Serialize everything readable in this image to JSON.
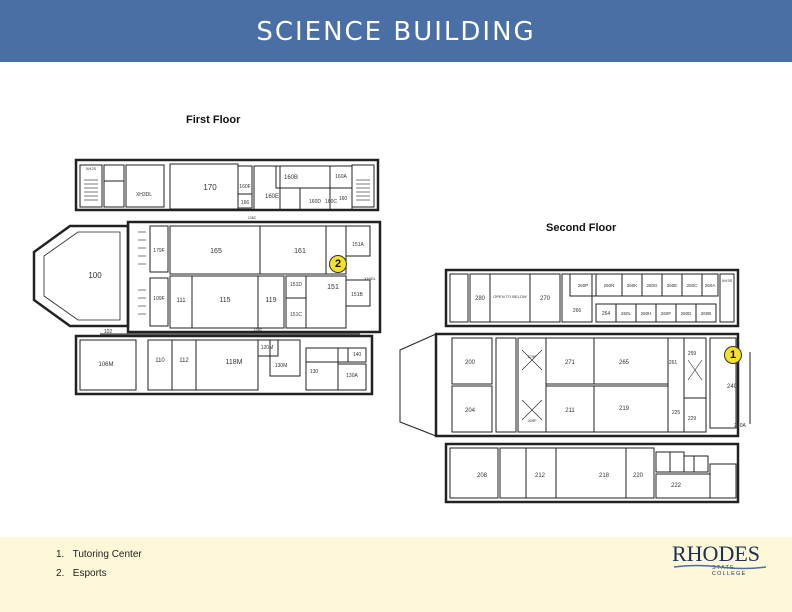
{
  "header": {
    "title": "SCIENCE BUILDING"
  },
  "colors": {
    "header": "#4a6fa5",
    "footer": "#fdf8d8",
    "marker": "#f2e02b",
    "logo": "#1d2f55"
  },
  "floors": {
    "first": {
      "label": "First Floor",
      "rooms": [
        "170",
        "160B",
        "160A",
        "160E",
        "160F",
        "166",
        "160D",
        "160C",
        "160",
        "XH3DL",
        "XH2S",
        "165",
        "161",
        "151A",
        "179F",
        "100",
        "151",
        "151D",
        "151B",
        "109F",
        "111",
        "115",
        "119",
        "151C",
        "XHIDL",
        "102",
        "118M",
        "120M",
        "110",
        "112",
        "106M",
        "130M",
        "130",
        "130A",
        "140",
        "105C",
        "108C"
      ],
      "marker": "2"
    },
    "second": {
      "label": "Second Floor",
      "rooms": [
        "280",
        "OPEN TO BELOW",
        "270",
        "260P",
        "260N",
        "260K",
        "260G",
        "260E",
        "260C",
        "260A",
        "266",
        "264",
        "260L",
        "260H",
        "260F",
        "260D",
        "260B",
        "XH3S",
        "200",
        "271",
        "265",
        "261",
        "259",
        "240",
        "204",
        "211",
        "219",
        "225",
        "229",
        "240A",
        "208",
        "212",
        "218",
        "220",
        "222",
        "279F",
        "209F"
      ],
      "marker": "1"
    }
  },
  "legend": [
    {
      "num": "1.",
      "label": "Tutoring Center"
    },
    {
      "num": "2.",
      "label": "Esports"
    }
  ],
  "logo": {
    "name": "RHODES",
    "sub": "STATE COLLEGE"
  }
}
